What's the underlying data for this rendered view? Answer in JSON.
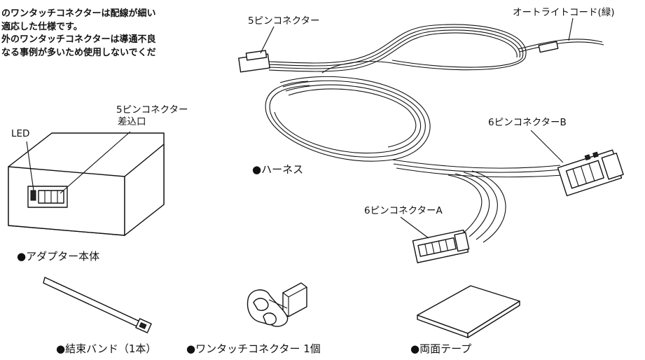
{
  "notes": {
    "line1_a": "のワンタッチコネクターは配線が細い",
    "line2": "適応した仕様です。",
    "line3": "外のワンタッチコネクターは導通不良",
    "line4": "なる事例が多いため使用しないでくだ"
  },
  "labels": {
    "led": "LED",
    "adapter_port_line1": "5ピンコネクター",
    "adapter_port_line2": "差込口",
    "five_pin_connector": "5ピンコネクター",
    "autolight_cord": "オートライトコード(緑)",
    "six_pin_b": "6ピンコネクターB",
    "six_pin_a": "6ピンコネクターA"
  },
  "captions": {
    "harness": "●ハーネス",
    "adapter_body": "●アダプター本体",
    "cable_tie": "●結束バンド（1本）",
    "one_touch": "●ワンタッチコネクター 1個",
    "tape": "●両面テープ"
  }
}
